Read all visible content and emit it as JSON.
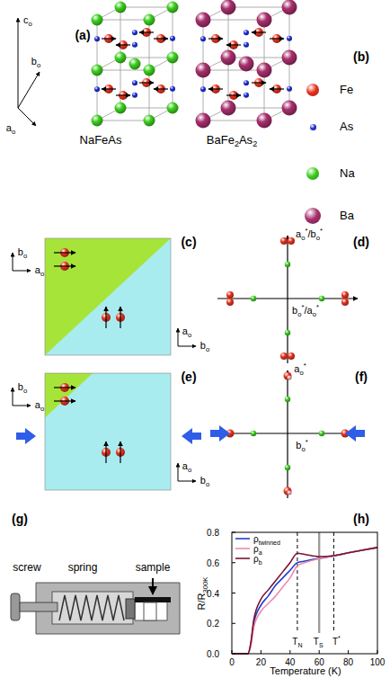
{
  "diagram": {
    "labels": [
      "(a)",
      "(b)",
      "co",
      "bo",
      "ao",
      "NaFeAs",
      "BaFe2As2",
      "(c)",
      "bo",
      "ao",
      "ao",
      "bo",
      "(d)",
      "ao*/bo*",
      "bo*/ao*",
      "(e)",
      "bo",
      "ao",
      "ao",
      "bo",
      "(f)",
      "ao*",
      "bo*",
      "(g)",
      "screw",
      "spring",
      "sample",
      "(h)",
      "R/R300K",
      "Temperature (K)",
      "0.0",
      "0.2",
      "0.4",
      "0.6",
      "0.8",
      "0",
      "20",
      "40",
      "60",
      "80",
      "100",
      "TN",
      "TS",
      "T*"
    ],
    "legend": [
      {
        "text": "Fe",
        "color": "#e8321e"
      },
      {
        "text": "As",
        "color": "#1c2fd6"
      },
      {
        "text": "Na",
        "color": "#3ccf1e"
      },
      {
        "text": "Ba",
        "color": "#a8306e"
      },
      {
        "text": "ρtwinned"
      },
      {
        "text": "ρa"
      },
      {
        "text": "ρb"
      }
    ]
  }
}
